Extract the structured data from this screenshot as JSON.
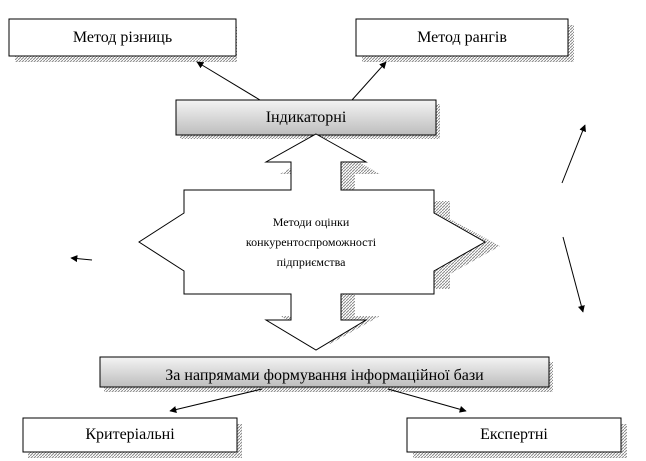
{
  "diagram": {
    "top_boxes": {
      "left": "Метод різниць",
      "right": "Метод рангів"
    },
    "indicator_bar": "Індикаторні",
    "center": {
      "line1": "Методи оцінки",
      "line2": "конкурентоспроможності",
      "line3": "підприємства"
    },
    "bottom_bar": "За напрямами формування інформаційної бази",
    "bottom_boxes": {
      "left": "Критеріальні",
      "right": "Експертні"
    }
  },
  "colors": {
    "line": "#000000",
    "shadow": "#a9a9a9",
    "bar_fill_light": "#f4f4f4",
    "bar_fill_dark": "#bdbdbd",
    "box_fill": "#ffffff"
  }
}
